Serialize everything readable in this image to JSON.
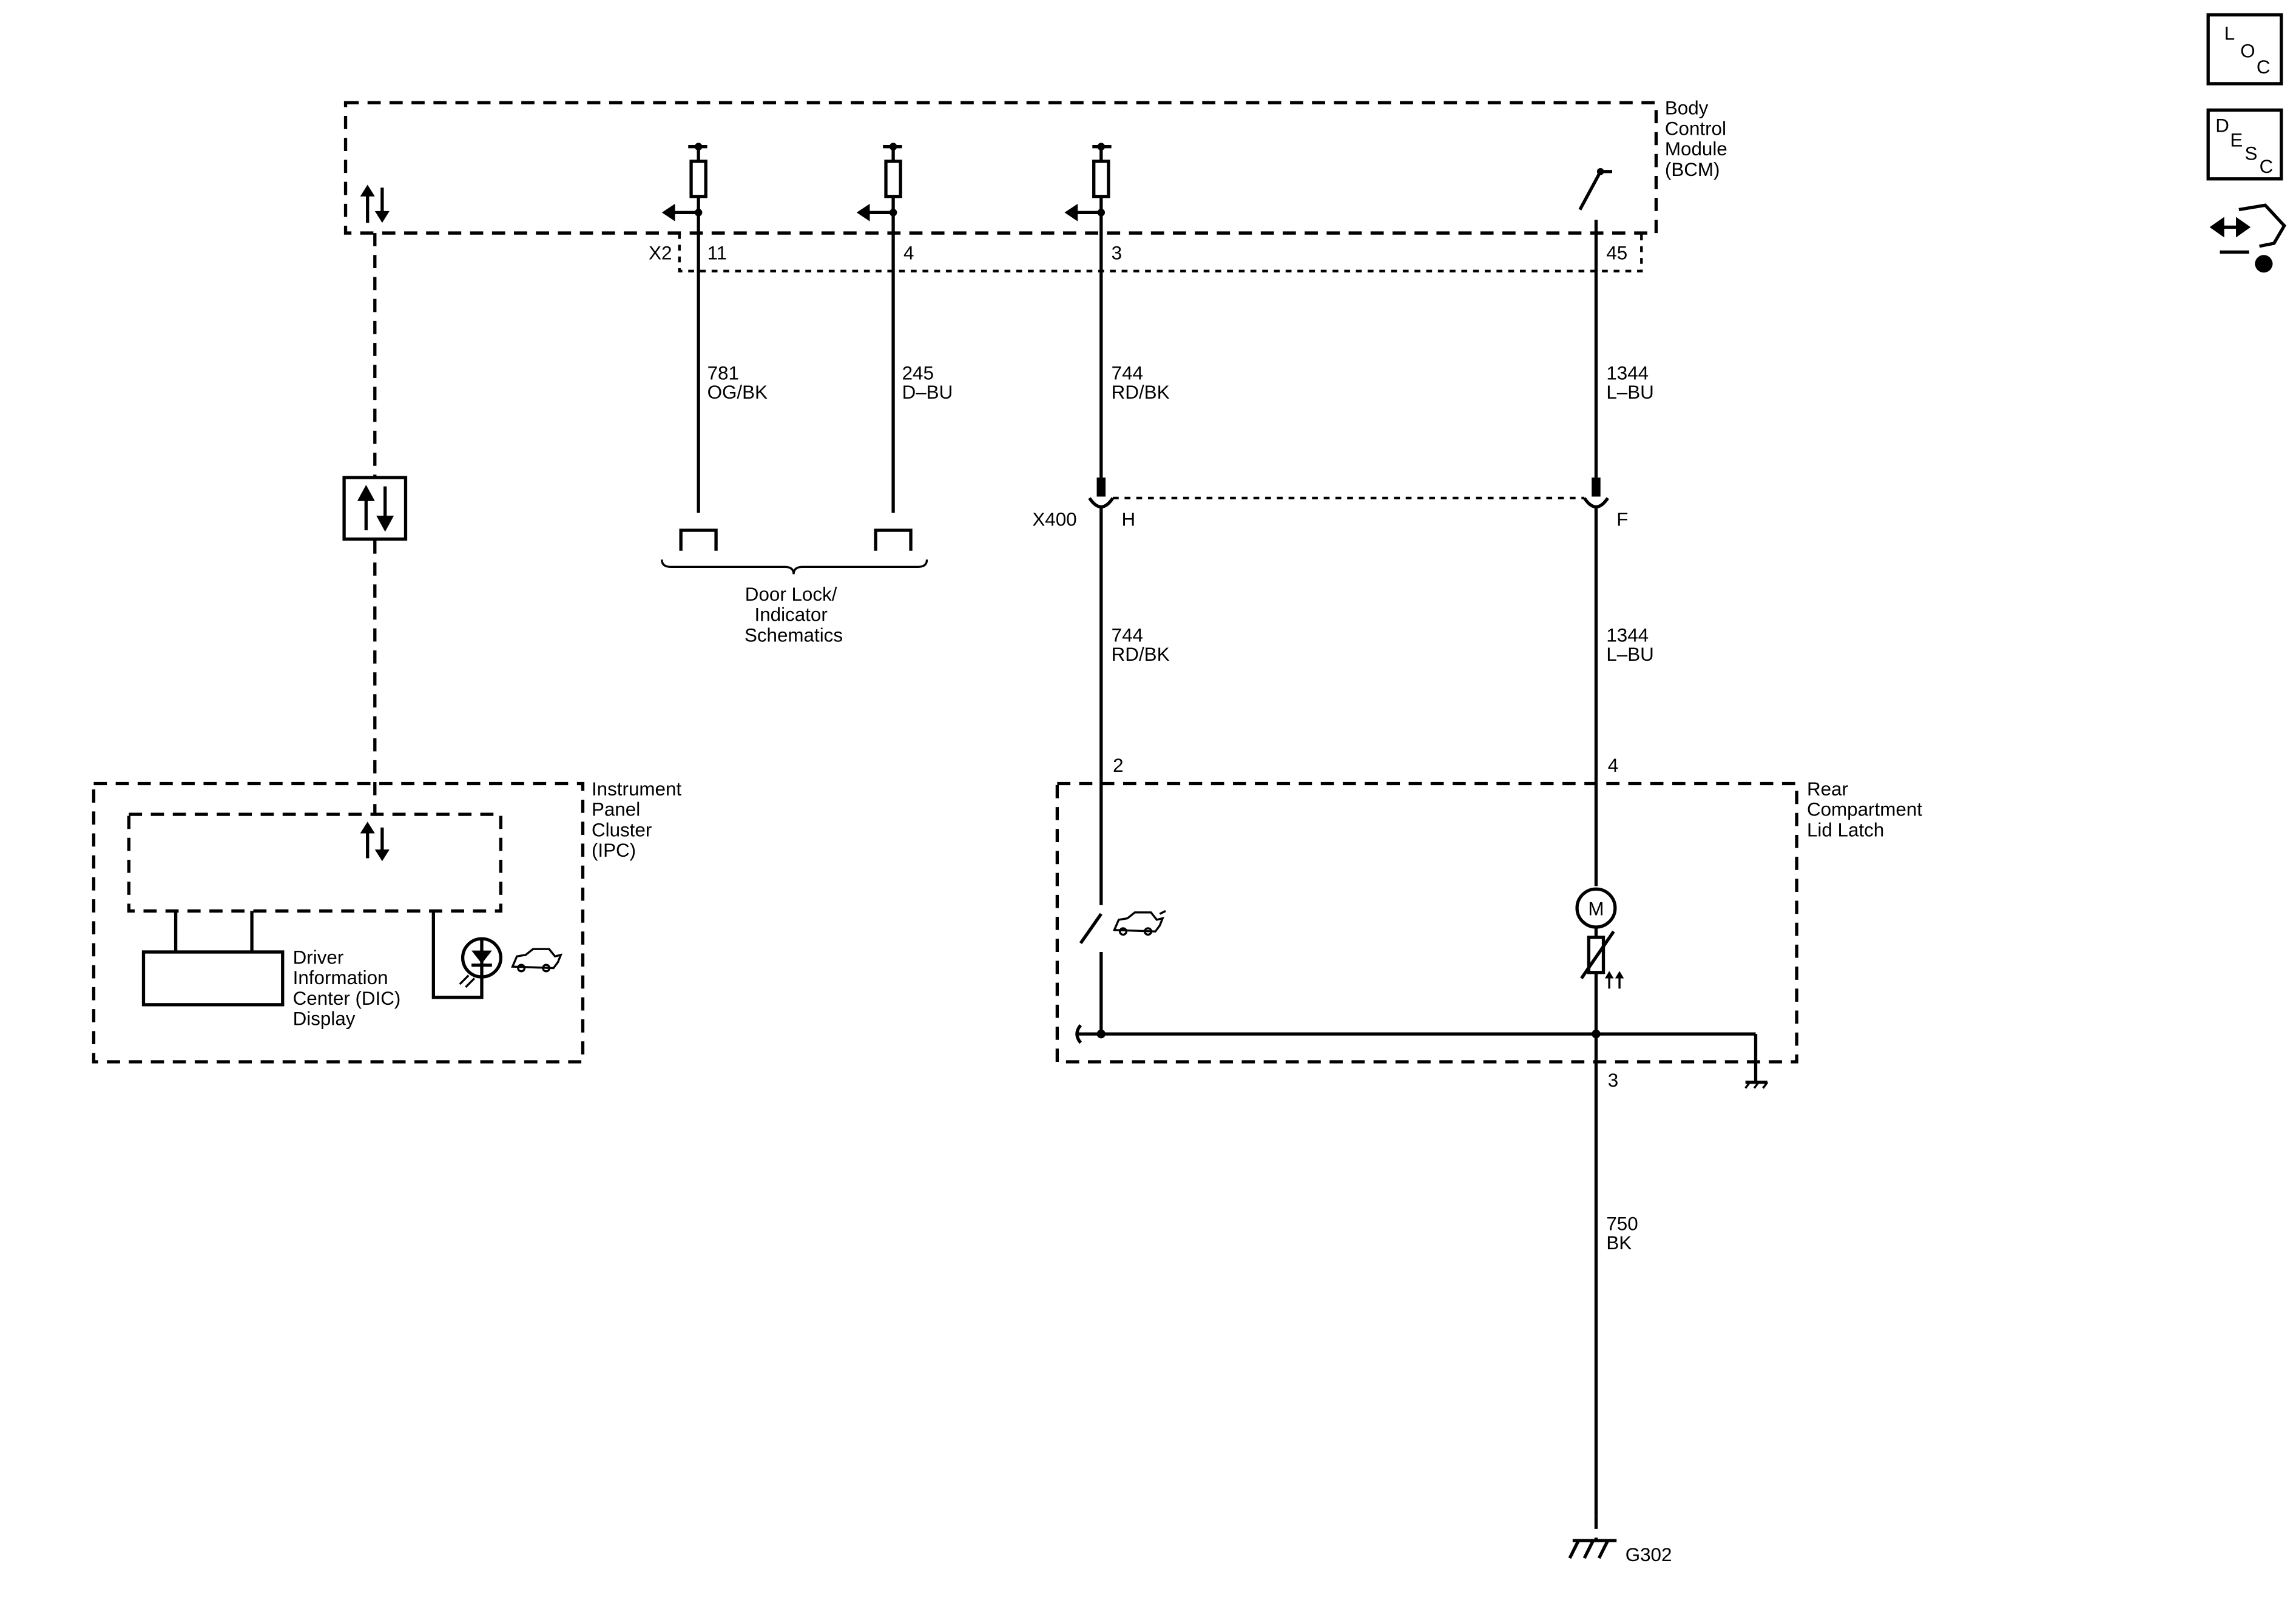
{
  "modules": {
    "bcm": [
      "Body",
      "Control",
      "Module",
      "(BCM)"
    ],
    "ipc": [
      "Instrument",
      "Panel",
      "Cluster",
      "(IPC)"
    ],
    "latch": [
      "Rear",
      "Compartment",
      "Lid Latch"
    ],
    "dic": [
      "Driver",
      "Information",
      "Center (DIC)",
      "Display"
    ],
    "door_lock_ref": [
      "Door Lock/",
      "Indicator",
      "Schematics"
    ]
  },
  "connectors": {
    "bcm_connector": "X2",
    "inline_connector": "X400",
    "ground": "G302"
  },
  "pins": {
    "bcm": [
      "11",
      "4",
      "3",
      "45"
    ],
    "x400": [
      "H",
      "F"
    ],
    "latch": [
      "2",
      "4",
      "3"
    ]
  },
  "wires": [
    {
      "circuit": "781",
      "color": "OG/BK"
    },
    {
      "circuit": "245",
      "color": "D–BU"
    },
    {
      "circuit": "744",
      "color": "RD/BK"
    },
    {
      "circuit": "1344",
      "color": "L–BU"
    },
    {
      "circuit": "744",
      "color": "RD/BK"
    },
    {
      "circuit": "1344",
      "color": "L–BU"
    },
    {
      "circuit": "750",
      "color": "BK"
    }
  ],
  "legend": {
    "loc": [
      "L",
      "O",
      "C"
    ],
    "desc": [
      "D",
      "E",
      "S",
      "C"
    ],
    "motor_symbol": "M"
  },
  "icons": [
    "serial-data-icon",
    "loc-icon",
    "desc-icon",
    "connector-view-icon",
    "trunk-lid-icon",
    "indicator-lamp-icon",
    "motor-icon",
    "ground-icon"
  ]
}
